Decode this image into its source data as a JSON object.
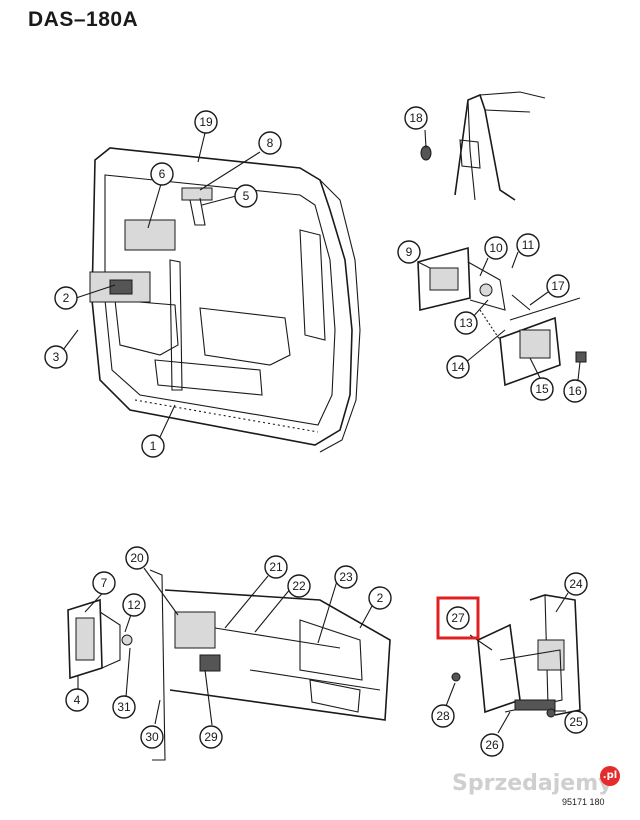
{
  "title": "DAS–180A",
  "drawing_code": "95171 180",
  "watermark": {
    "text": "Sprzedajemy",
    "badge": ".pl"
  },
  "highlight": {
    "label": "27",
    "color": "#e02020"
  },
  "callouts": [
    "1",
    "2",
    "3",
    "4",
    "5",
    "6",
    "7",
    "8",
    "9",
    "10",
    "11",
    "12",
    "13",
    "14",
    "15",
    "16",
    "17",
    "18",
    "19",
    "20",
    "21",
    "22",
    "23",
    "2",
    "26",
    "25",
    "24",
    "28",
    "29",
    "30",
    "31"
  ]
}
